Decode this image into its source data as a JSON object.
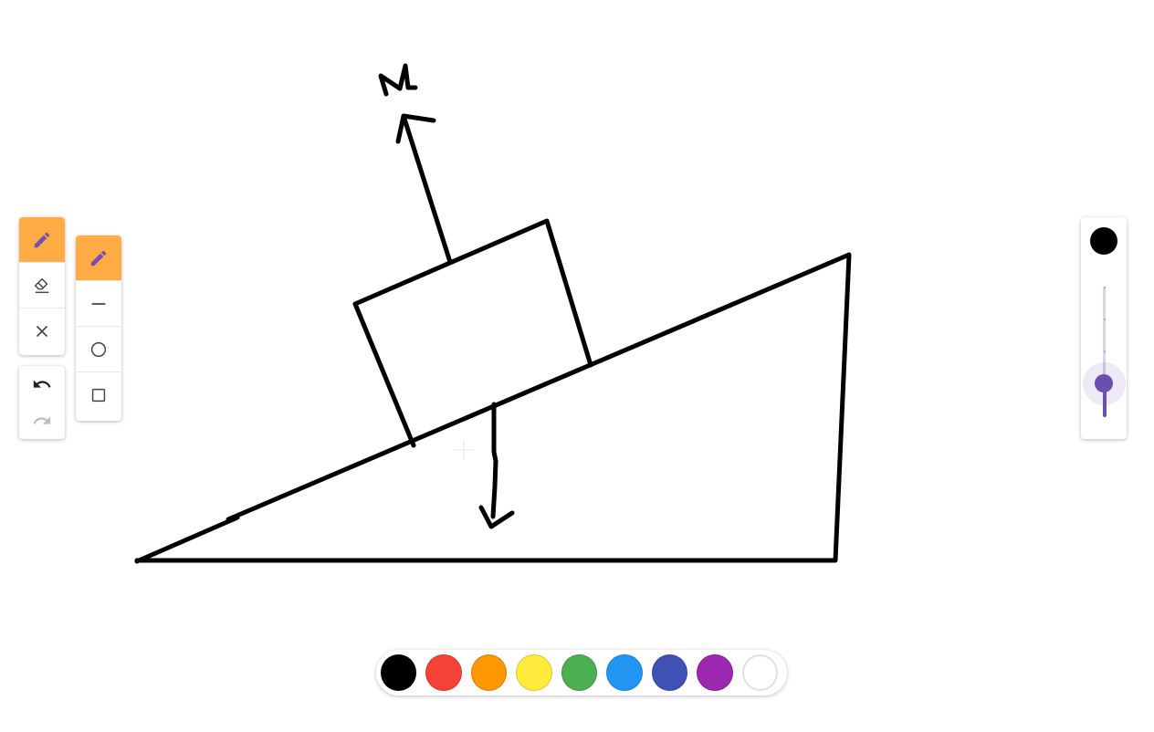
{
  "toolbar": {
    "main_tools": [
      {
        "name": "pencil-tool",
        "icon": "pencil-icon",
        "active": true
      },
      {
        "name": "eraser-tool",
        "icon": "eraser-icon",
        "active": false
      },
      {
        "name": "clear-tool",
        "icon": "close-icon",
        "active": false
      }
    ],
    "history": [
      {
        "name": "undo-button",
        "icon": "undo-icon",
        "enabled": true
      },
      {
        "name": "redo-button",
        "icon": "redo-icon",
        "enabled": false
      }
    ],
    "shape_tools": [
      {
        "name": "freehand-tool",
        "icon": "pencil-icon",
        "active": true
      },
      {
        "name": "line-tool",
        "icon": "line-icon",
        "active": false
      },
      {
        "name": "circle-tool",
        "icon": "circle-icon",
        "active": false
      },
      {
        "name": "rectangle-tool",
        "icon": "square-icon",
        "active": false
      }
    ]
  },
  "colors": {
    "accent_active": "#ffac45",
    "icon_purple": "#7b4fb0",
    "slider": "#6a4fae",
    "stroke": "#000000"
  },
  "palette": [
    {
      "name": "black",
      "hex": "#000000",
      "selected": true
    },
    {
      "name": "red",
      "hex": "#f44336",
      "selected": false
    },
    {
      "name": "orange",
      "hex": "#ff9800",
      "selected": false
    },
    {
      "name": "yellow",
      "hex": "#ffeb3b",
      "selected": false
    },
    {
      "name": "green",
      "hex": "#4caf50",
      "selected": false
    },
    {
      "name": "blue",
      "hex": "#2196f3",
      "selected": false
    },
    {
      "name": "indigo",
      "hex": "#3f51b5",
      "selected": false
    },
    {
      "name": "purple",
      "hex": "#9c27b0",
      "selected": false
    },
    {
      "name": "white",
      "hex": "#ffffff",
      "selected": false
    }
  ],
  "brush": {
    "current_color": "#000000",
    "size_level": 0.25
  }
}
